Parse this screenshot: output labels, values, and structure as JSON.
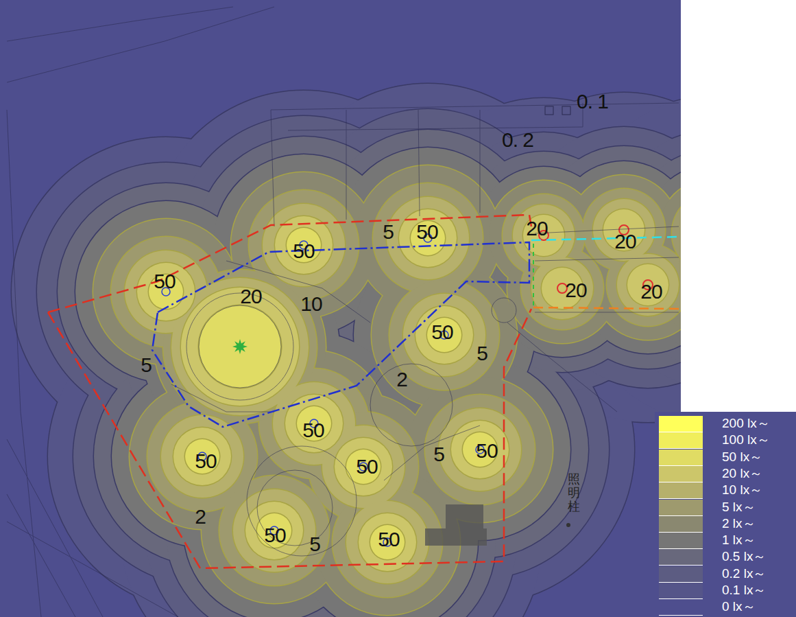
{
  "diagram": {
    "labels": [
      "0. 1",
      "0. 2",
      "50",
      "50",
      "5",
      "50",
      "20",
      "20",
      "20",
      "10",
      "20",
      "20",
      "50",
      "5",
      "5",
      "2",
      "50",
      "5",
      "50",
      "50",
      "50",
      "2",
      "50",
      "5",
      "50",
      "照明柱"
    ],
    "legend": [
      {
        "text": "200 lx～",
        "color": "#ffff5a"
      },
      {
        "text": "100 lx～",
        "color": "#f0ee5c"
      },
      {
        "text": "50 lx～",
        "color": "#e0dc64"
      },
      {
        "text": "20 lx～",
        "color": "#ccc66a"
      },
      {
        "text": "10 lx～",
        "color": "#b6b06c"
      },
      {
        "text": "5 lx～",
        "color": "#9e9a6e"
      },
      {
        "text": "2 lx～",
        "color": "#8a8870"
      },
      {
        "text": "1 lx～",
        "color": "#767676"
      },
      {
        "text": "0.5 lx～",
        "color": "#68687c"
      },
      {
        "text": "0.2 lx～",
        "color": "#5c5c82"
      },
      {
        "text": "0.1 lx～",
        "color": "#555589"
      },
      {
        "text": "0 lx～",
        "color": "#4e4e8e"
      }
    ]
  }
}
